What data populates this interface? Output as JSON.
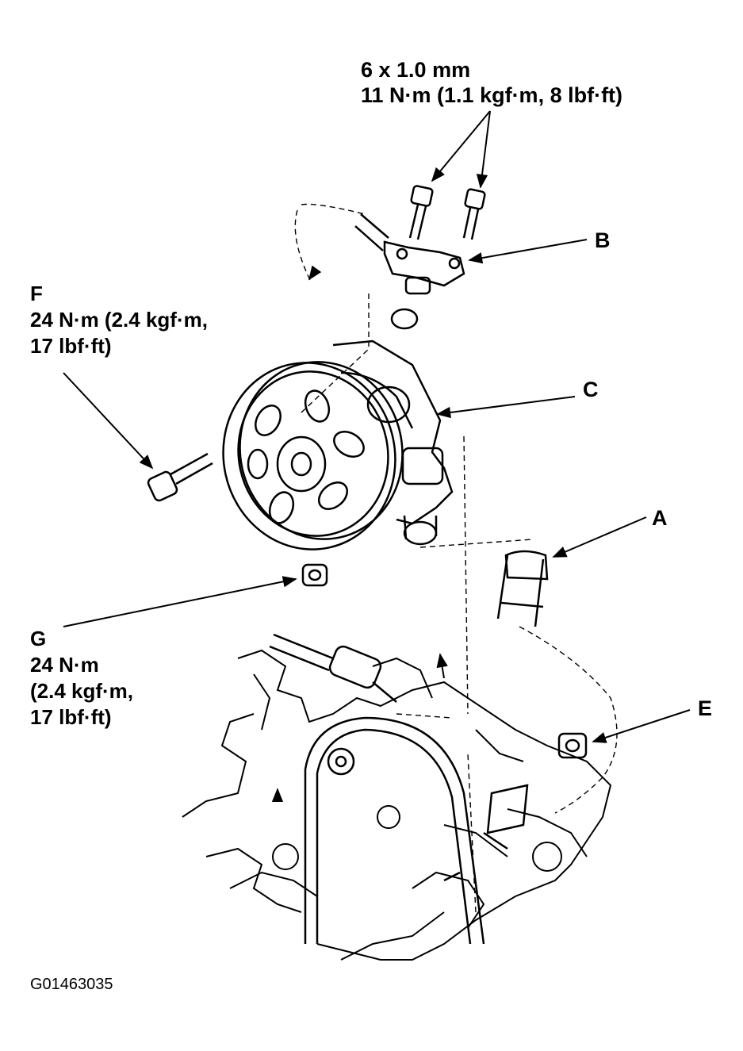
{
  "torque_top": {
    "line1": "6 x 1.0 mm",
    "line2": "11 N·m (1.1 kgf·m, 8 lbf·ft)"
  },
  "callouts": {
    "A": "A",
    "B": "B",
    "C": "C",
    "E": "E"
  },
  "label_f": {
    "letter": "F",
    "line1": "24 N·m (2.4 kgf·m,",
    "line2": "17 lbf·ft)"
  },
  "label_g": {
    "letter": "G",
    "line1": "24 N·m",
    "line2": "(2.4 kgf·m,",
    "line3": "17 lbf·ft)"
  },
  "figure_code": "G01463035",
  "colors": {
    "ink": "#000000",
    "paper": "#ffffff"
  }
}
